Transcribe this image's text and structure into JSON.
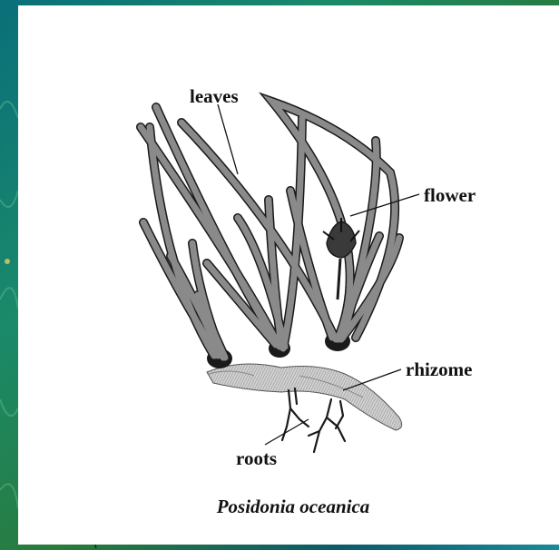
{
  "labels": {
    "leaves": "leaves",
    "flower": "flower",
    "rhizome": "rhizome",
    "roots": "roots"
  },
  "caption": "Posidonia oceanica",
  "colors": {
    "background_teal": "#0a6f7a",
    "background_green": "#2a7a3a",
    "card": "#ffffff",
    "leaf_fill": "#8a8a8a",
    "leaf_outline": "#1a1a1a",
    "rhizome_fill": "#c8c8c8",
    "label_text": "#111111"
  }
}
